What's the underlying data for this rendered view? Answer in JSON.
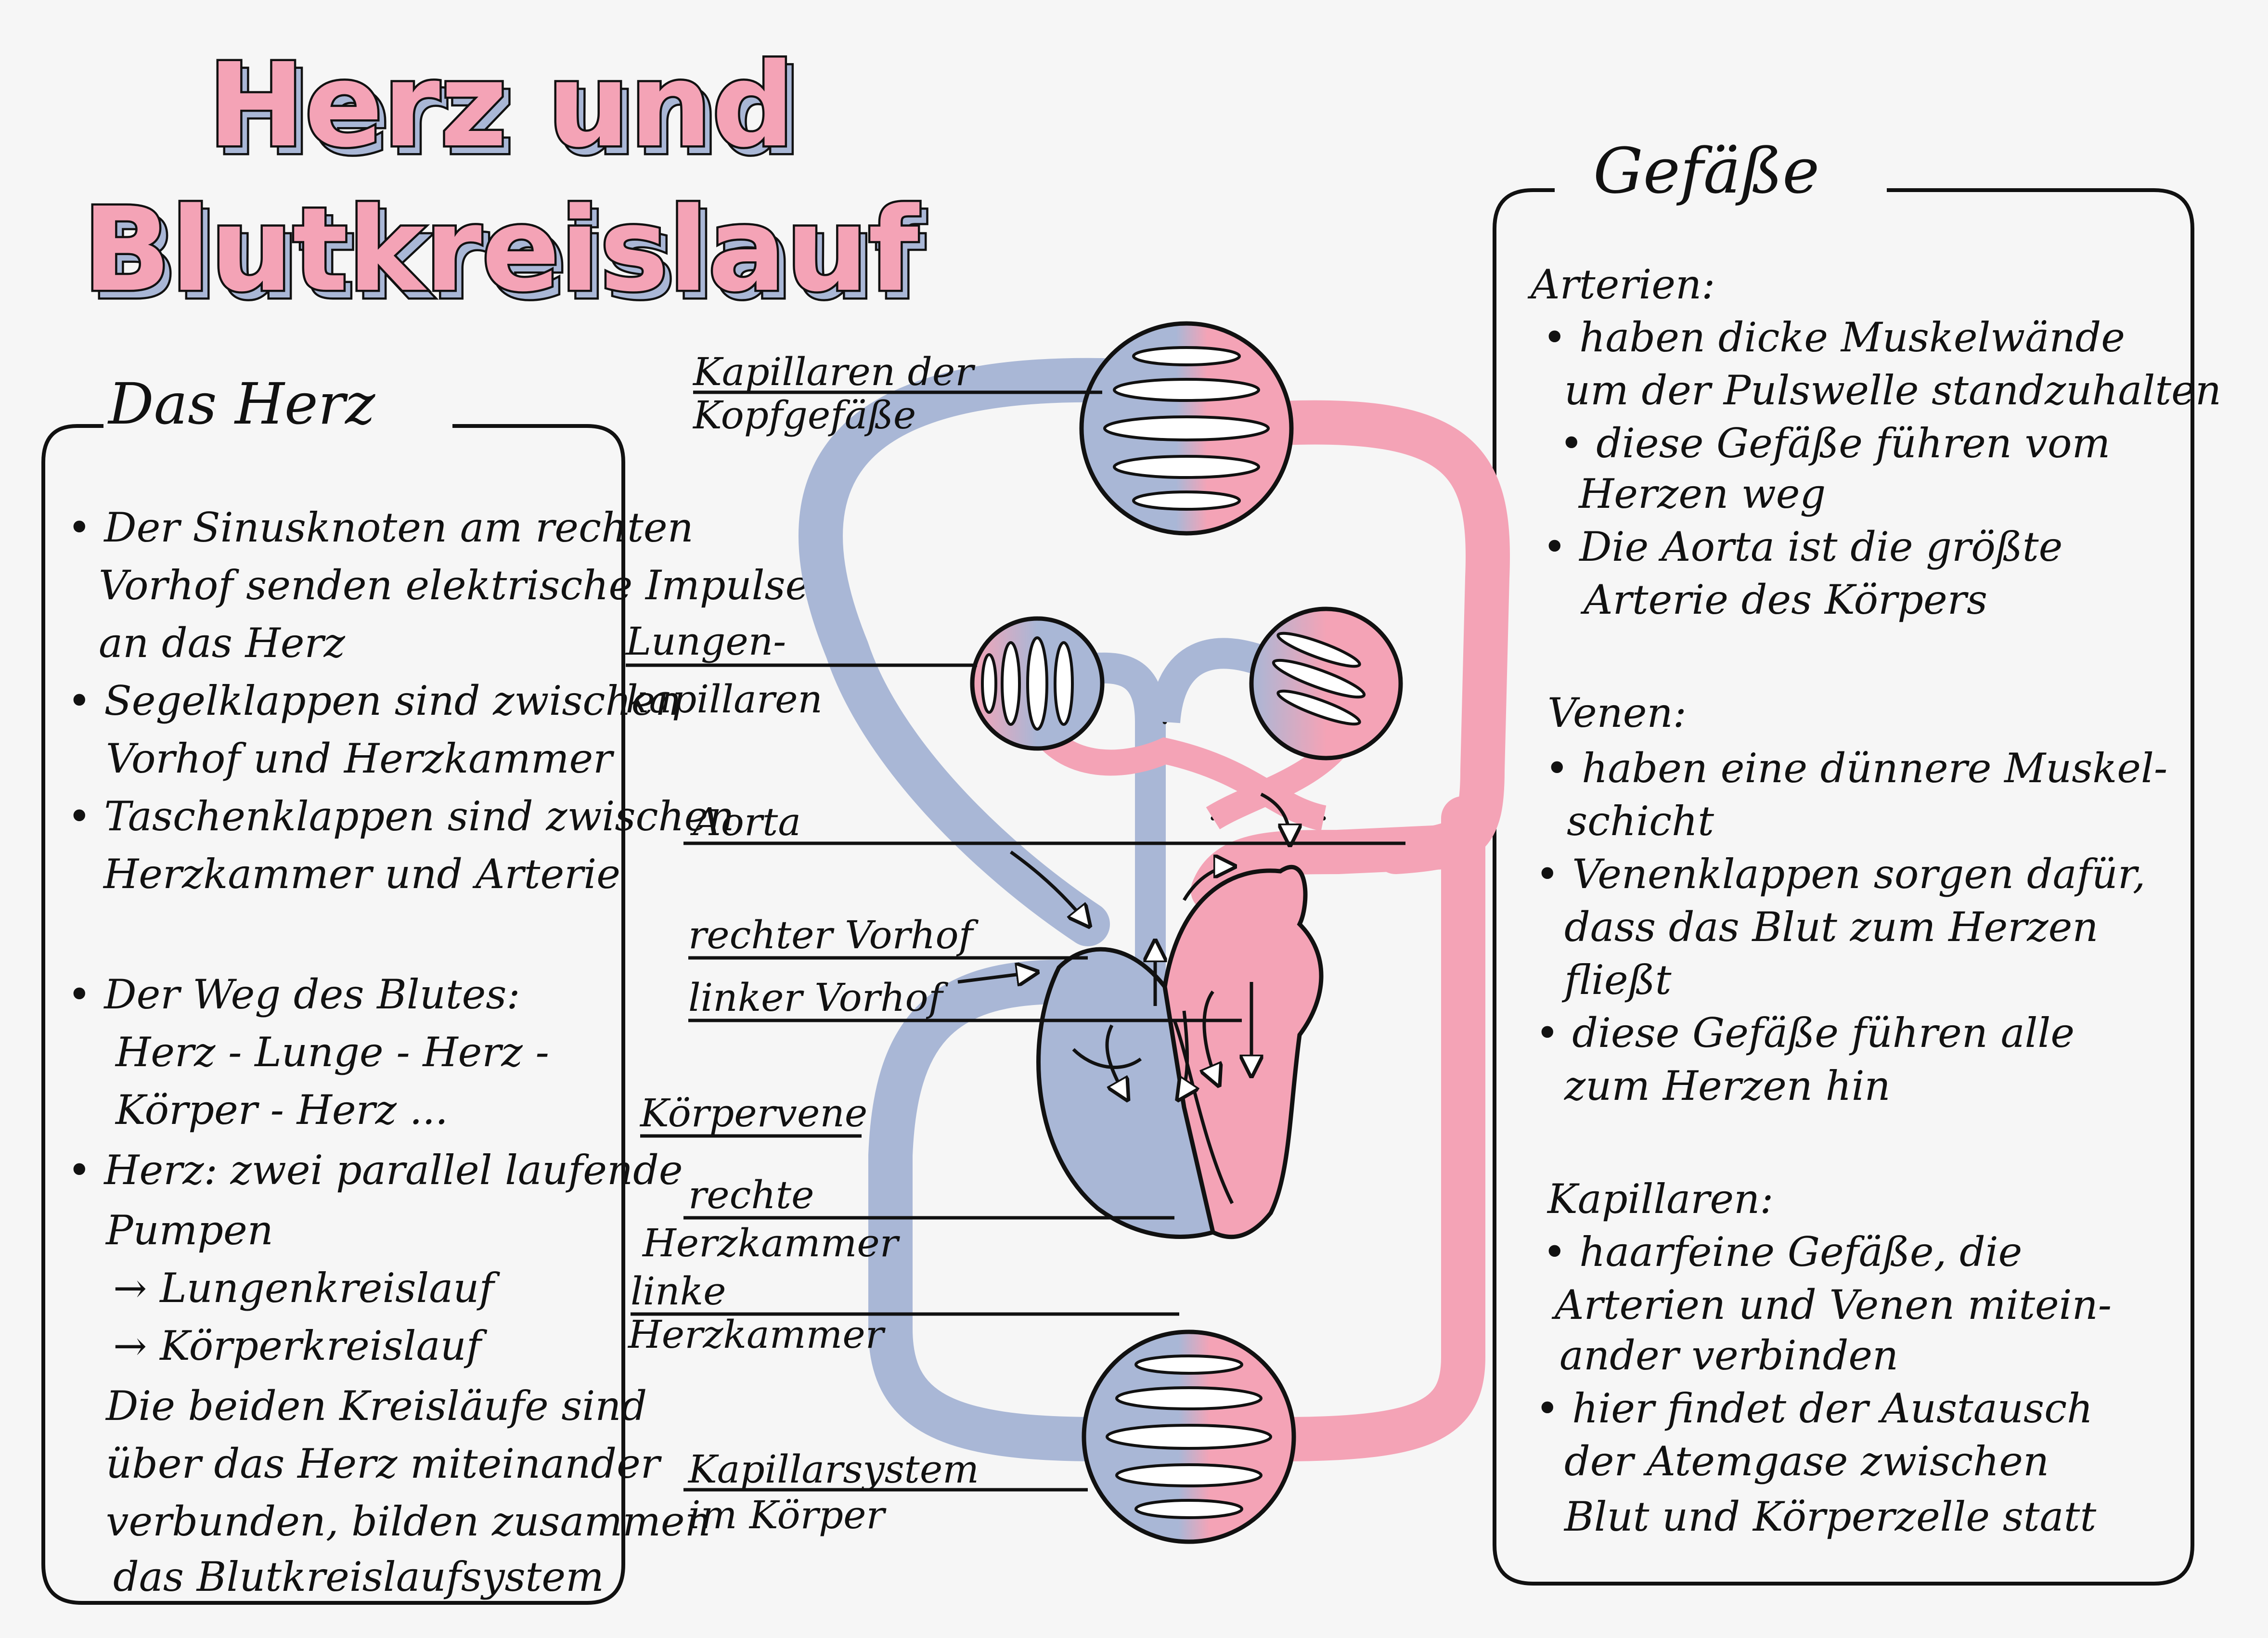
{
  "title": {
    "line1": "Herz und",
    "line2": "Blutkreislauf"
  },
  "colors": {
    "artery_red": "#f4a3b6",
    "vein_blue": "#a9b7d6",
    "ink": "#111111",
    "paper": "#f6f6f6"
  },
  "herz_panel": {
    "heading": "Das Herz",
    "lines": [
      "• Der Sinusknoten am rechten",
      "Vorhof senden elektrische Impulse",
      "an das Herz",
      "• Segelklappen sind zwischen",
      "Vorhof und Herzkammer",
      "• Taschenklappen sind zwischen",
      "Herzkammer und Arterie",
      "• Der Weg des Blutes:",
      "Herz - Lunge - Herz -",
      "Körper - Herz ...",
      "• Herz: zwei parallel laufende",
      "Pumpen",
      "→ Lungenkreislauf",
      "→ Körperkreislauf",
      "Die beiden Kreisläufe sind",
      "über das Herz miteinander",
      "verbunden, bilden zusammen",
      "das Blutkreislaufsystem"
    ]
  },
  "gefaesse_panel": {
    "heading": "Gefäße",
    "lines": [
      "Arterien:",
      "• haben dicke Muskelwände",
      "um der Pulswelle standzuhalten",
      "• diese Gefäße führen vom",
      "Herzen weg",
      "• Die Aorta ist die größte",
      "Arterie des Körpers",
      "Venen:",
      "• haben eine dünnere Muskel-",
      "schicht",
      "• Venenklappen sorgen dafür,",
      "dass das Blut zum Herzen",
      "fließt",
      "• diese Gefäße führen alle",
      "zum Herzen hin",
      "Kapillaren:",
      "• haarfeine Gefäße, die",
      "Arterien und Venen mitein-",
      "ander verbinden",
      "• hier findet der Austausch",
      "der Atemgase zwischen",
      "Blut und Körperzelle statt"
    ]
  },
  "diagram_labels": {
    "kapillaren_kopf_1": "Kapillaren der",
    "kapillaren_kopf_2": "Kopfgefäße",
    "lungen_1": "Lungen-",
    "lungen_2": "kapillaren",
    "aorta": "Aorta",
    "rechter_vorhof": "rechter Vorhof",
    "linker_vorhof": "linker Vorhof",
    "koerpervene": "Körpervene",
    "rechte_kammer_1": "rechte",
    "rechte_kammer_2": "Herzkammer",
    "linke_kammer_1": "linke",
    "linke_kammer_2": "Herzkammer",
    "kapillarsystem_1": "Kapillarsystem",
    "kapillarsystem_2": "im Körper"
  }
}
